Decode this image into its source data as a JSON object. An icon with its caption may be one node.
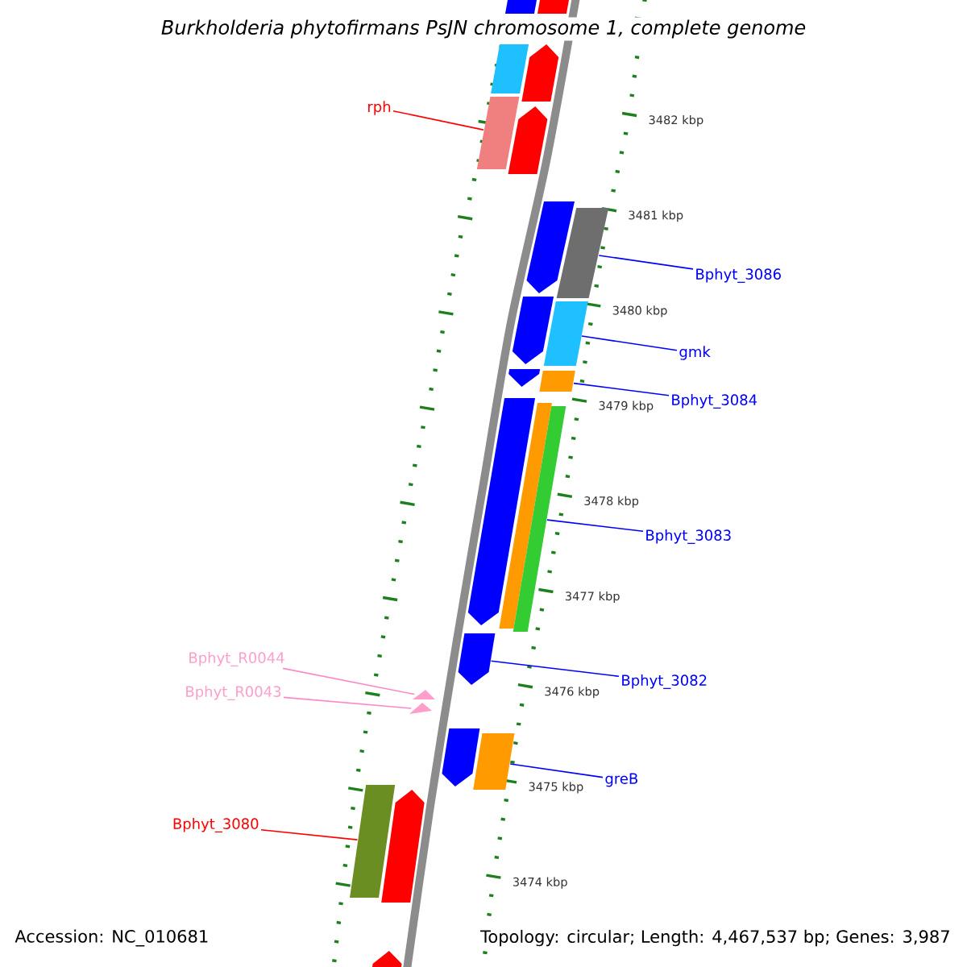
{
  "diagram": {
    "title": "Burkholderia phytofirmans PsJN chromosome 1, complete genome",
    "nodes": [
      {
        "text": [],
        "shape": "bar"
      },
      {
        "text": [],
        "shape": "bar"
      },
      {
        "text": [],
        "shape": "bar"
      },
      {
        "text": [],
        "shape": "pentagon"
      },
      {
        "text": [],
        "shape": "bar"
      },
      {
        "text": [
          "rph"
        ]
      },
      {
        "text": [],
        "shape": "pentagon"
      },
      {
        "text": [],
        "shape": "pentagon"
      },
      {
        "text": [],
        "shape": "bar"
      },
      {
        "text": [
          "Bphyt_3086"
        ]
      },
      {
        "text": [],
        "shape": "pentagon"
      },
      {
        "text": [],
        "shape": "bar"
      },
      {
        "text": [
          "gmk"
        ]
      },
      {
        "text": [],
        "shape": "pentagon"
      },
      {
        "text": [],
        "shape": "bar"
      },
      {
        "text": [
          "Bphyt_3084"
        ]
      },
      {
        "text": [],
        "shape": "pentagon"
      },
      {
        "text": [],
        "shape": "bar"
      },
      {
        "text": [],
        "shape": "bar"
      },
      {
        "text": [
          "Bphyt_3083"
        ]
      },
      {
        "text": [],
        "shape": "pentagon"
      },
      {
        "text": [
          "Bphyt_R0044"
        ]
      },
      {
        "text": [
          "Bphyt_3082"
        ]
      },
      {
        "text": [],
        "shape": "triangle"
      },
      {
        "text": [
          "Bphyt_R0043"
        ]
      },
      {
        "text": [],
        "shape": "triangle"
      },
      {
        "text": [],
        "shape": "pentagon"
      },
      {
        "text": [],
        "shape": "bar"
      },
      {
        "text": [
          "greB"
        ]
      },
      {
        "text": [],
        "shape": "bar"
      },
      {
        "text": [],
        "shape": "pentagon"
      },
      {
        "text": [
          "Bphyt_3080"
        ]
      },
      {
        "text": [],
        "shape": "pentagon"
      }
    ],
    "edges": [
      {
        "from": 5,
        "to": 4,
        "arrow": "none",
        "color": "#ff0000"
      },
      {
        "from": 9,
        "to": 8,
        "arrow": "none"
      },
      {
        "from": 12,
        "to": 11,
        "arrow": "none"
      },
      {
        "from": 15,
        "to": 14,
        "arrow": "none"
      },
      {
        "from": 19,
        "to": 18,
        "arrow": "none"
      },
      {
        "from": 21,
        "to": 23,
        "arrow": "none",
        "color": "#ff88c8"
      },
      {
        "from": 22,
        "to": 20,
        "arrow": "none"
      },
      {
        "from": 24,
        "to": 25,
        "arrow": "none",
        "color": "#ff88c8"
      },
      {
        "from": 28,
        "to": 27,
        "arrow": "none"
      },
      {
        "from": 31,
        "to": 29,
        "arrow": "none",
        "color": "#ff0000"
      }
    ],
    "labels": [
      "3482 kbp",
      "3481 kbp",
      "3480 kbp",
      "3479 kbp",
      "3478 kbp",
      "3477 kbp",
      "3476 kbp",
      "3475 kbp",
      "3474 kbp",
      "Accession: NC_010681",
      "Topology: circular; Length: 4,467,537 bp; Genes: 3,987"
    ]
  }
}
